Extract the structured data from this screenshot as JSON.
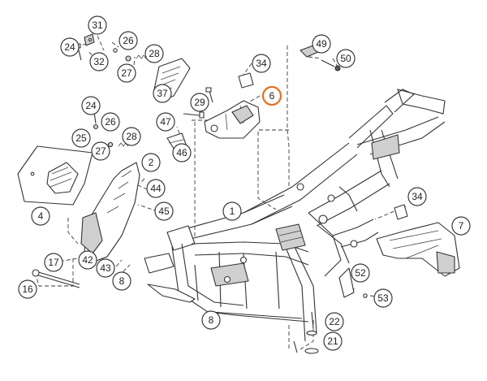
{
  "highlight_color": "#e07020",
  "line_color": "#3a3a3a",
  "callouts": [
    {
      "id": "c31",
      "label": "31"
    },
    {
      "id": "c24a",
      "label": "24"
    },
    {
      "id": "c32",
      "label": "32"
    },
    {
      "id": "c26a",
      "label": "26"
    },
    {
      "id": "c27a",
      "label": "27"
    },
    {
      "id": "c28a",
      "label": "28"
    },
    {
      "id": "c37",
      "label": "37"
    },
    {
      "id": "c24b",
      "label": "24"
    },
    {
      "id": "c26b",
      "label": "26"
    },
    {
      "id": "c25",
      "label": "25"
    },
    {
      "id": "c27b",
      "label": "27"
    },
    {
      "id": "c28b",
      "label": "28"
    },
    {
      "id": "c29",
      "label": "29"
    },
    {
      "id": "c47",
      "label": "47"
    },
    {
      "id": "c46",
      "label": "46"
    },
    {
      "id": "c2",
      "label": "2"
    },
    {
      "id": "c34a",
      "label": "34"
    },
    {
      "id": "c6",
      "label": "6",
      "highlighted": true
    },
    {
      "id": "c49",
      "label": "49"
    },
    {
      "id": "c50",
      "label": "50"
    },
    {
      "id": "c44",
      "label": "44"
    },
    {
      "id": "c45",
      "label": "45"
    },
    {
      "id": "c4",
      "label": "4"
    },
    {
      "id": "c1",
      "label": "1"
    },
    {
      "id": "c34b",
      "label": "34"
    },
    {
      "id": "c7",
      "label": "7"
    },
    {
      "id": "c17",
      "label": "17"
    },
    {
      "id": "c42",
      "label": "42"
    },
    {
      "id": "c43",
      "label": "43"
    },
    {
      "id": "c8a",
      "label": "8"
    },
    {
      "id": "c16",
      "label": "16"
    },
    {
      "id": "c52",
      "label": "52"
    },
    {
      "id": "c53",
      "label": "53"
    },
    {
      "id": "c8b",
      "label": "8"
    },
    {
      "id": "c22",
      "label": "22"
    },
    {
      "id": "c21",
      "label": "21"
    }
  ]
}
